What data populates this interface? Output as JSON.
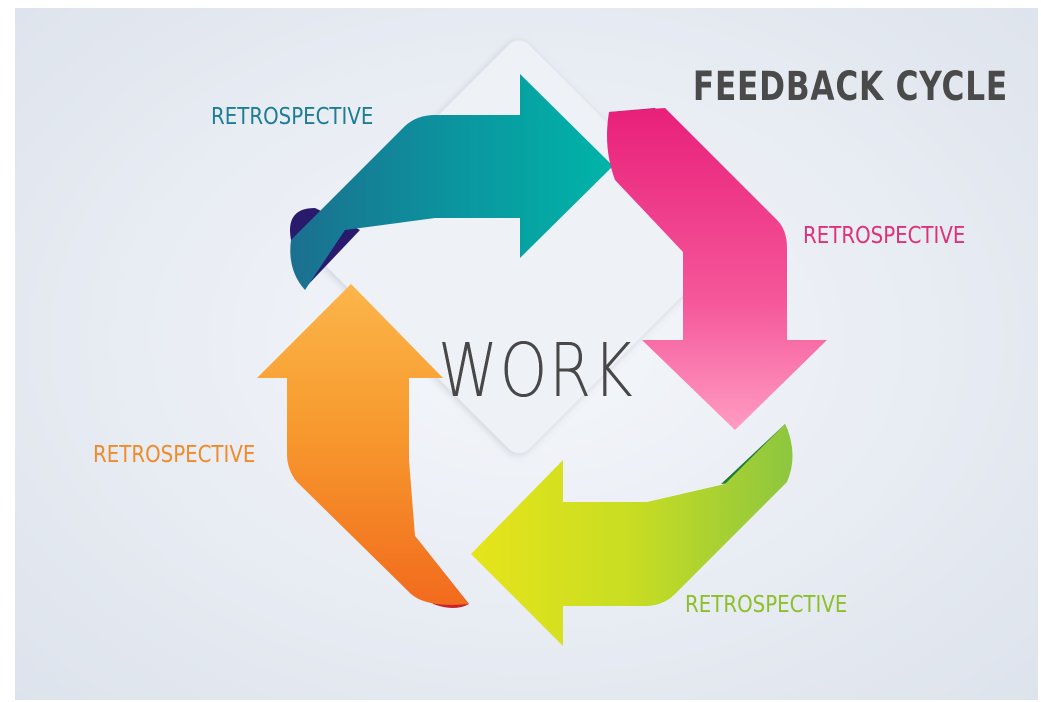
{
  "title": "FEEDBACK CYCLE",
  "center": "WORK",
  "steps": [
    {
      "label": "RETROSPECTIVE",
      "color": "#1d7d95"
    },
    {
      "label": "RETROSPECTIVE",
      "color": "#e0307a"
    },
    {
      "label": "RETROSPECTIVE",
      "color": "#8ebf2a"
    },
    {
      "label": "RETROSPECTIVE",
      "color": "#f28a2a"
    }
  ],
  "colors": {
    "teal": "#0aa9a6",
    "teal_dark": "#1b6f8f",
    "navy_fold": "#2a1a6e",
    "pink": "#f2398a",
    "pink_light": "#ff8ab7",
    "magenta_fold": "#b0106a",
    "green": "#d9e21c",
    "green_light": "#8dc63f",
    "green_fold": "#1f7a3a",
    "orange": "#f47b20",
    "orange_light": "#fbb040",
    "red_fold": "#c8242c",
    "center_diamond": "#eef1f6"
  }
}
